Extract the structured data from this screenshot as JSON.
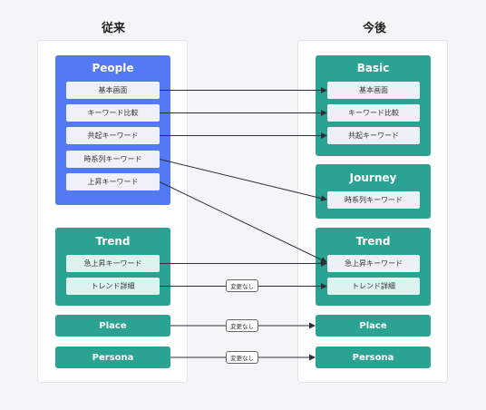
{
  "columns": {
    "before": "従来",
    "after": "今後"
  },
  "before": {
    "people": {
      "title": "People",
      "items": [
        "基本画面",
        "キーワード比較",
        "共起キーワード",
        "時系列キーワード",
        "上昇キーワード"
      ]
    },
    "trend": {
      "title": "Trend",
      "items": [
        "急上昇キーワード",
        "トレンド詳細"
      ]
    },
    "place": "Place",
    "persona": "Persona"
  },
  "after": {
    "basic": {
      "title": "Basic",
      "items": [
        "基本画面",
        "キーワード比較",
        "共起キーワード"
      ]
    },
    "journey": {
      "title": "Journey",
      "items": [
        "時系列キーワード"
      ]
    },
    "trend": {
      "title": "Trend",
      "items": [
        "急上昇キーワード",
        "トレンド詳細"
      ]
    },
    "place": "Place",
    "persona": "Persona"
  },
  "badges": {
    "unchanged": "変更なし"
  },
  "colors": {
    "people": "#5479f4",
    "teal": "#2aa392",
    "arrow": "#2b2f3a"
  }
}
